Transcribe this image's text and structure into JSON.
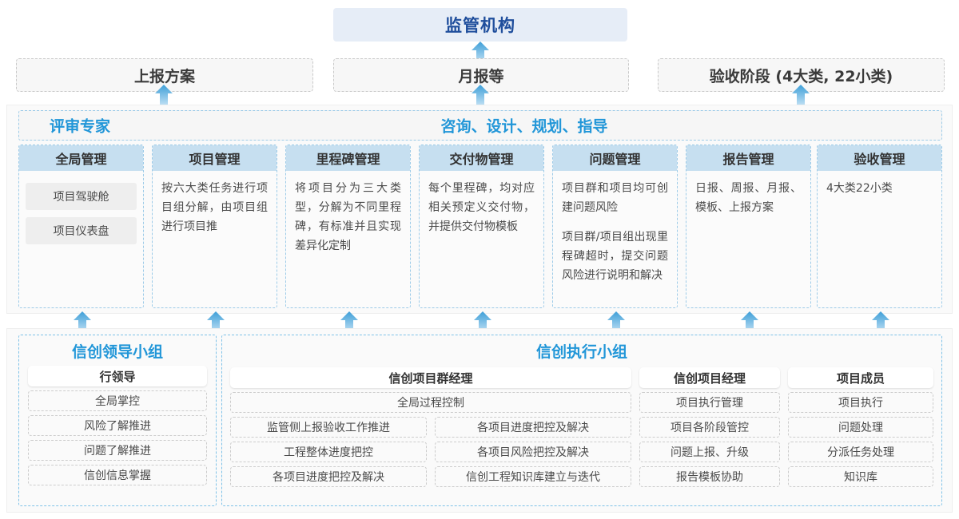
{
  "top": {
    "regulator": "监管机构",
    "report_boxes": [
      {
        "label": "上报方案"
      },
      {
        "label": "月报等"
      },
      {
        "label": "验收阶段 (4大类, 22小类)"
      }
    ]
  },
  "middle": {
    "header_left": "评审专家",
    "header_center": "咨询、设计、规划、指导",
    "cards": [
      {
        "title": "全局管理",
        "type": "pills",
        "pills": [
          "项目驾驶舱",
          "项目仪表盘"
        ],
        "paragraphs": []
      },
      {
        "title": "项目管理",
        "type": "text",
        "pills": [],
        "paragraphs": [
          "按六大类任务进行项目组分解，由项目组进行项目推"
        ]
      },
      {
        "title": "里程碑管理",
        "type": "text",
        "pills": [],
        "paragraphs": [
          "将项目分为三大类型，分解为不同里程碑，有标准并且实现差异化定制"
        ]
      },
      {
        "title": "交付物管理",
        "type": "text",
        "pills": [],
        "paragraphs": [
          "每个里程碑，均对应相关预定义交付物，并提供交付物模板"
        ]
      },
      {
        "title": "问题管理",
        "type": "text",
        "pills": [],
        "paragraphs": [
          "项目群和项目均可创建问题风险",
          "项目群/项目组出现里程碑超时，提交问题风险进行说明和解决"
        ]
      },
      {
        "title": "报告管理",
        "type": "text",
        "pills": [],
        "paragraphs": [
          "日报、周报、月报、模板、上报方案"
        ]
      },
      {
        "title": "验收管理",
        "type": "text",
        "pills": [],
        "paragraphs": [
          "4大类22小类"
        ]
      }
    ]
  },
  "bottom": {
    "leading_group": {
      "title": "信创领导小组",
      "role": "行领导",
      "tasks": [
        "全局掌控",
        "风险了解推进",
        "问题了解推进",
        "信创信息掌握"
      ]
    },
    "execution_group": {
      "title": "信创执行小组",
      "program_manager": {
        "role": "信创项目群经理",
        "full_width_task": "全局过程控制",
        "tasks_left": [
          "监管侧上报验收工作推进",
          "工程整体进度把控",
          "各项目进度把控及解决"
        ],
        "tasks_right": [
          "各项目进度把控及解决",
          "各项目风险把控及解决",
          "信创工程知识库建立与迭代"
        ]
      },
      "project_manager": {
        "role": "信创项目经理",
        "tasks": [
          "项目执行管理",
          "项目各阶段管控",
          "问题上报、升级",
          "报告模板协助"
        ]
      },
      "project_member": {
        "role": "项目成员",
        "tasks": [
          "项目执行",
          "问题处理",
          "分派任务处理",
          "知识库"
        ]
      }
    }
  },
  "colors": {
    "accent_blue": "#2196d8",
    "deep_blue": "#1f4e9c",
    "card_head": "#c6dff0",
    "regulator_bg": "#e6edf7",
    "arrow": "#4aa8e0"
  }
}
